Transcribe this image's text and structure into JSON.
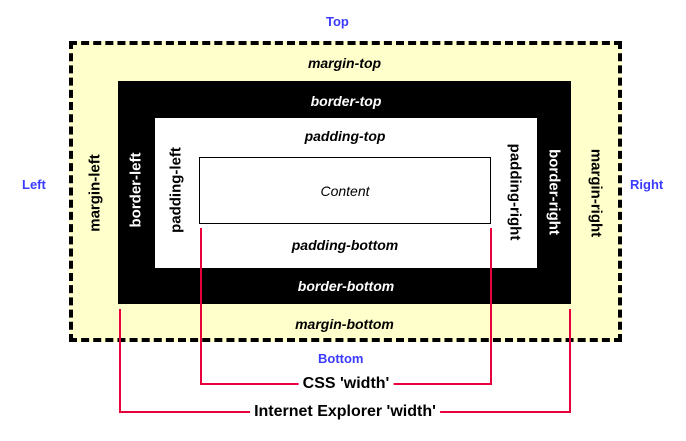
{
  "side_labels": {
    "top": "Top",
    "bottom": "Bottom",
    "left": "Left",
    "right": "Right"
  },
  "margin": {
    "top": "margin-top",
    "bottom": "margin-bottom",
    "left": "margin-left",
    "right": "margin-right"
  },
  "border": {
    "top": "border-top",
    "bottom": "border-bottom",
    "left": "border-left",
    "right": "border-right"
  },
  "padding": {
    "top": "padding-top",
    "bottom": "padding-bottom",
    "left": "padding-left",
    "right": "padding-right"
  },
  "content": "Content",
  "width_labels": {
    "css": "CSS 'width'",
    "ie": "Internet Explorer 'width'"
  },
  "colors": {
    "margin_fill": "#ffffcc",
    "side_label": "#3b3bff",
    "bracket": "#e8003c",
    "border_fill": "#000000"
  }
}
